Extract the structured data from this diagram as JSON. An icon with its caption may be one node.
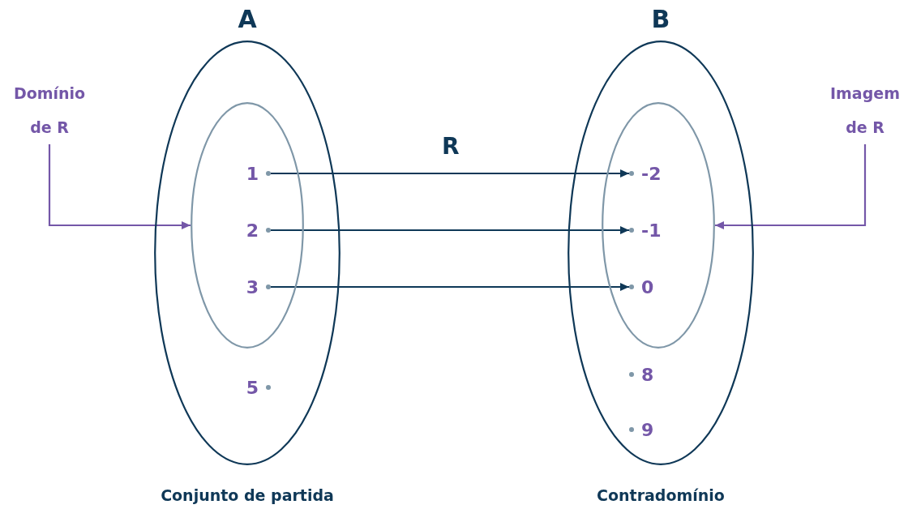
{
  "diagram": {
    "nodes": [
      {
        "text": [
          "A"
        ],
        "beside": [
          "Conjunto de partida"
        ]
      },
      {
        "text": [],
        "shape": "ellipse",
        "in": 0
      },
      {
        "text": [
          "1"
        ],
        "in": 1
      },
      {
        "text": [
          "2"
        ],
        "in": 1
      },
      {
        "text": [
          "3"
        ],
        "in": 1
      },
      {
        "text": [
          "5"
        ],
        "in": 0
      },
      {
        "text": [
          "B"
        ],
        "beside": [
          "Contradomínio"
        ]
      },
      {
        "text": [],
        "shape": "ellipse",
        "in": 6
      },
      {
        "text": [
          "-2"
        ],
        "in": 7
      },
      {
        "text": [
          "-1"
        ],
        "in": 7
      },
      {
        "text": [
          "0"
        ],
        "in": 7
      },
      {
        "text": [
          "8"
        ],
        "in": 6
      },
      {
        "text": [
          "9"
        ],
        "in": 6
      },
      {
        "text": [
          "Domínio de R"
        ]
      },
      {
        "text": [
          "Imagem de R"
        ]
      }
    ],
    "edges": [
      {
        "from": 2,
        "to": 8,
        "arrow": "to",
        "label": "R"
      },
      {
        "from": 3,
        "to": 9,
        "arrow": "to"
      },
      {
        "from": 4,
        "to": 10,
        "arrow": "to"
      },
      {
        "from": 13,
        "to": 1,
        "arrow": "to",
        "color": "#7457a8"
      },
      {
        "from": 14,
        "to": 7,
        "arrow": "to",
        "color": "#7457a8"
      }
    ]
  }
}
